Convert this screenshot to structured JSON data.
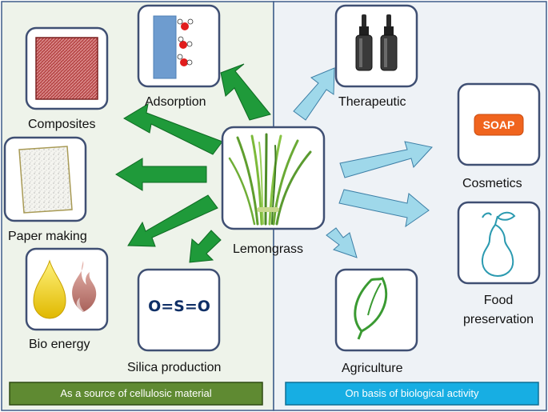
{
  "colors": {
    "left_panel": "#eef3ea",
    "right_panel": "#eef2f6",
    "green_arrow": "#1f9a3a",
    "blue_arrow": "#9fd8ea",
    "left_footer": "#5f8a32",
    "right_footer": "#17aee3",
    "box_border": "#3f4f73"
  },
  "center": {
    "label": "Lemongrass",
    "icon": "lemongrass-image"
  },
  "left_items": [
    {
      "label": "Adsorption",
      "icon": "adsorption-icon"
    },
    {
      "label": "Composites",
      "icon": "composite-fabric-icon"
    },
    {
      "label": "Paper making",
      "icon": "paper-sheet-icon"
    },
    {
      "label": "Bio energy",
      "icon": "fuel-flame-icon"
    },
    {
      "label": "Silica production",
      "icon": "silica-formula-icon",
      "formula": "O=S=O"
    }
  ],
  "right_items": [
    {
      "label": "Therapeutic",
      "icon": "dropper-bottles-icon"
    },
    {
      "label": "Cosmetics",
      "icon": "soap-bar-icon",
      "badge": "SOAP"
    },
    {
      "label_line1": "Food",
      "label_line2": "preservation",
      "icon": "pear-icon"
    },
    {
      "label": "Agriculture",
      "icon": "leaf-icon"
    }
  ],
  "footers": {
    "left": "As a source of cellulosic material",
    "right": "On basis of biological activity"
  }
}
